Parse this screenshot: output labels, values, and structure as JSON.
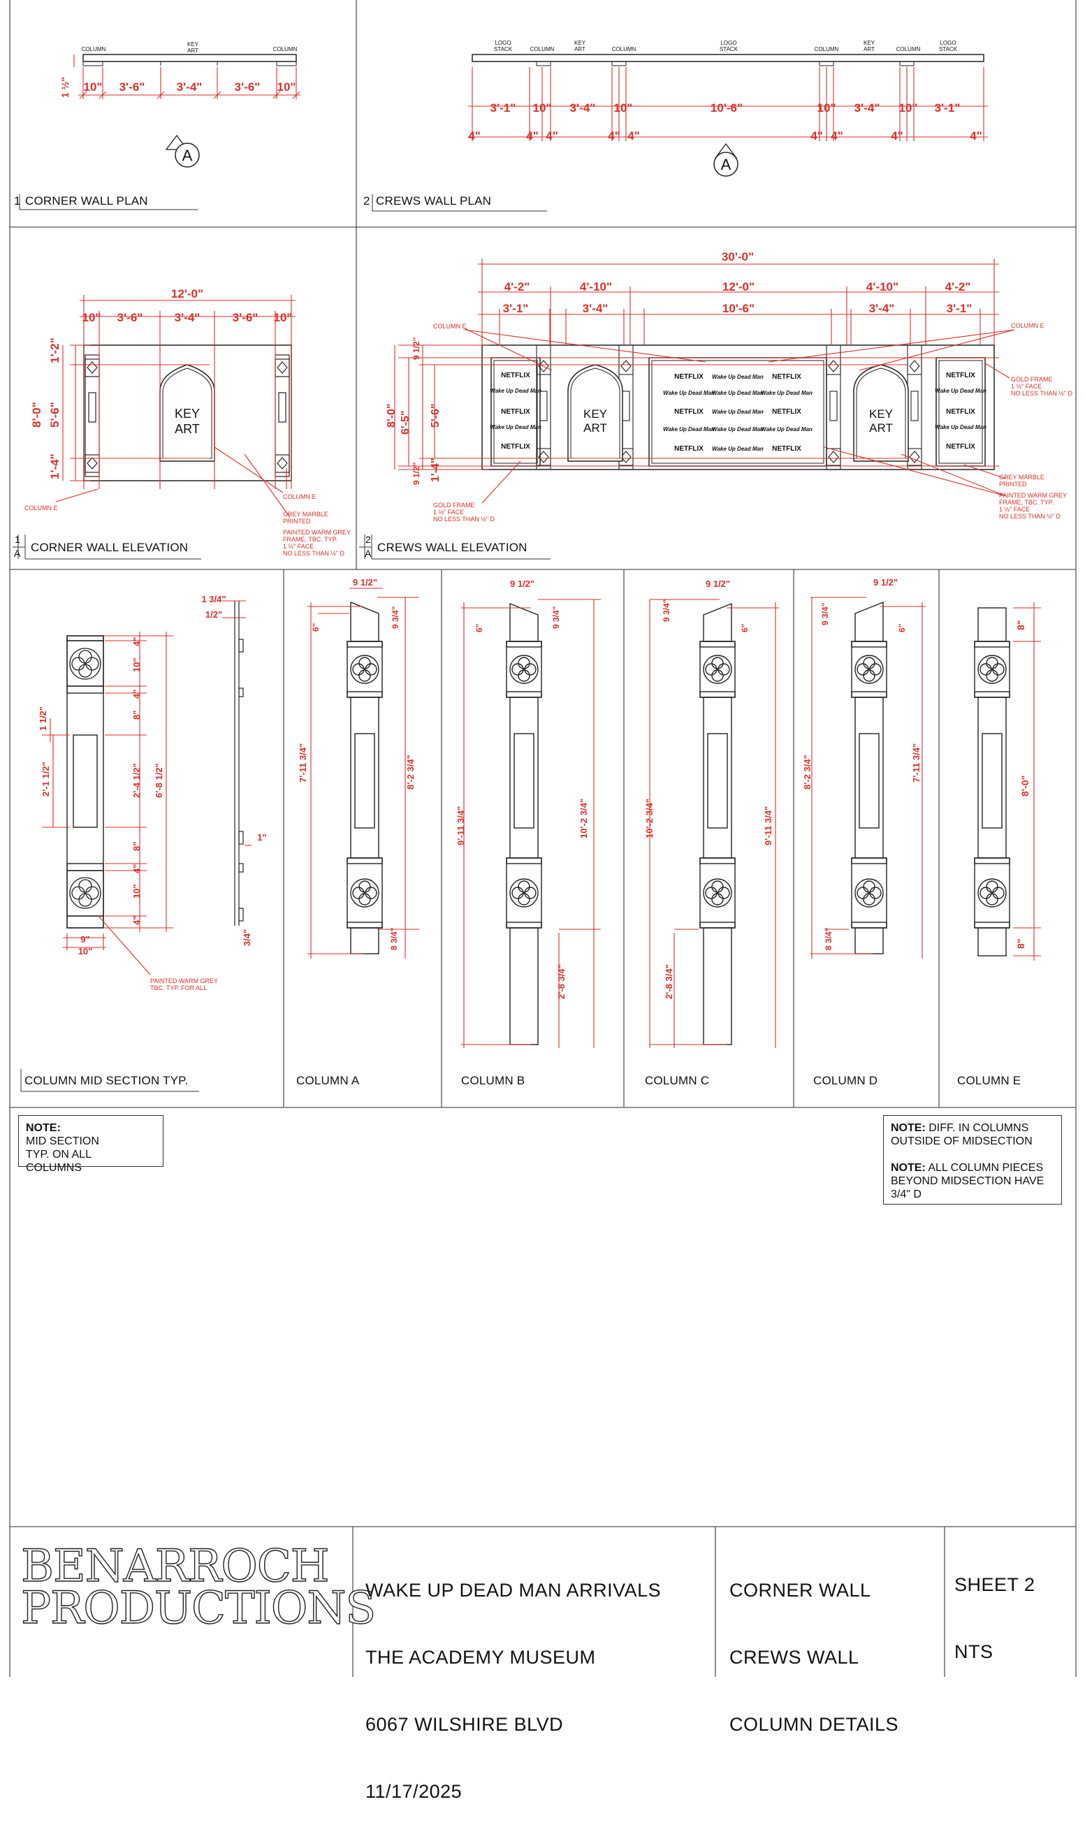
{
  "panels": {
    "p1": {
      "num": "1",
      "title": "CORNER WALL PLAN"
    },
    "p2": {
      "num": "2",
      "title": "CREWS WALL PLAN"
    },
    "p3": {
      "num": "1",
      "sub": "A",
      "title": "CORNER WALL ELEVATION"
    },
    "p4": {
      "num": "2",
      "sub": "A",
      "title": "CREWS WALL ELEVATION"
    },
    "p5": {
      "title": "COLUMN MID SECTION TYP."
    },
    "p6": {
      "title": "COLUMN A"
    },
    "p7": {
      "title": "COLUMN B"
    },
    "p8": {
      "title": "COLUMN C"
    },
    "p9": {
      "title": "COLUMN D"
    },
    "p10": {
      "title": "COLUMN E"
    }
  },
  "plan1": {
    "labels": {
      "column": "COLUMN",
      "key_art": "KEY ART"
    },
    "dims": [
      "10\"",
      "3'-6\"",
      "3'-4\"",
      "3'-6\"",
      "10\""
    ],
    "side_dim": "1 1/2\"",
    "section": "A"
  },
  "plan2": {
    "labels": {
      "logo_stack": "LOGO STACK",
      "column": "COLUMN",
      "key_art": "KEY ART"
    },
    "dims_row1": [
      "3'-1\"",
      "10\"",
      "3'-4\"",
      "10\"",
      "10'-6\"",
      "10\"",
      "3'-4\"",
      "10\"",
      "3'-1\""
    ],
    "dims_row2": [
      "4\"",
      "4\"",
      "4\"",
      "4\"",
      "4\"",
      "4\"",
      "4\"",
      "4\"",
      "4\""
    ],
    "section": "A"
  },
  "elev1": {
    "overall": "12'-0\"",
    "dims": [
      "10\"",
      "3'-6\"",
      "3'-4\"",
      "3'-6\"",
      "10\""
    ],
    "heights": [
      "8'-0\"",
      "1'-2\"",
      "5'-6\"",
      "1'-4\""
    ],
    "key_art": [
      "KEY",
      "ART"
    ],
    "notes": {
      "column_e_left": "COLUMN E",
      "column_e_right": "COLUMN E",
      "marble": "GREY MARBLE PRINTED",
      "frame": "PAINTED WARM GREY FRAME, TBC. TYP. 1 1/2\" FACE NO LESS THAN 1/2\" D"
    }
  },
  "elev2": {
    "overall": "30'-0\"",
    "dims_row1": [
      "4'-2\"",
      "4'-10\"",
      "12'-0\"",
      "4'-10\"",
      "4'-2\""
    ],
    "dims_row2": [
      "3'-1\"",
      "3'-4\"",
      "10'-6\"",
      "3'-4\"",
      "3'-1\""
    ],
    "heights": [
      "8'-0\"",
      "6'-5\"",
      "5'-6\"",
      "9 1/2\"",
      "1'-4\"",
      "9 1/2\""
    ],
    "key_art": [
      "KEY",
      "ART"
    ],
    "brand_a": "NETFLIX",
    "brand_b": "Wake Up Dead Man",
    "notes": {
      "column_e_left": "COLUMN E",
      "column_e_right": "COLUMN E",
      "gold_frame_right": "GOLD FRAME 1 1/2\" FACE NO LESS THAN 1/2\" D",
      "gold_frame_left": "GOLD FRAME 1 1/2\" FACE NO LESS THAN 1/2\" D",
      "marble": "GREY MARBLE PRINTED",
      "frame": "PAINTED WARM GREY FRAME, TBC. TYP. 1 1/2\" FACE NO LESS THAN 1/2\" D"
    }
  },
  "midsection": {
    "dims_right": [
      "4\"",
      "10\"",
      "4\"",
      "8\"",
      "2'-4 1/2\"",
      "8\"",
      "4\"",
      "10\"",
      "4\""
    ],
    "overall": "6'-8 1/2\"",
    "left_dims": [
      "1 1/2\"",
      "2'-1 1/2\""
    ],
    "bottom": [
      "9\"",
      "10\""
    ],
    "side_top": [
      "1 3/4\"",
      "1/2\""
    ],
    "side_mid": "1\"",
    "side_bot": "3/4\"",
    "note": "PAINTED WARM GREY TBC. TYP. FOR ALL"
  },
  "columns": {
    "a": {
      "top": "9 1/2\"",
      "dims": [
        "6\"",
        "9 3/4\"",
        "7'-11 3/4\"",
        "8'-2 3/4\"",
        "8 3/4\""
      ]
    },
    "b": {
      "top": "9 1/2\"",
      "dims": [
        "6\"",
        "9 3/4\"",
        "9'-11 3/4\"",
        "10'-2 3/4\"",
        "2'-8 3/4\""
      ]
    },
    "c": {
      "top": "9 1/2\"",
      "dims": [
        "9 3/4\"",
        "6\"",
        "10'-2 3/4\"",
        "9'-11 3/4\"",
        "2'-8 3/4\""
      ]
    },
    "d": {
      "top": "9 1/2\"",
      "dims": [
        "9 3/4\"",
        "6\"",
        "8'-2 3/4\"",
        "7'-11 3/4\"",
        "8 3/4\""
      ]
    },
    "e": {
      "dims": [
        "8\"",
        "8'-0\"",
        "8\""
      ]
    }
  },
  "notes": {
    "left": {
      "head": "NOTE:",
      "body": "MID SECTION TYP. ON ALL COLUMNS"
    },
    "right1": {
      "head": "NOTE:",
      "body": "DIFF. IN COLUMNS OUTSIDE OF MIDSECTION"
    },
    "right2": {
      "head": "NOTE:",
      "body": "ALL COLUMN PIECES BEYOND MIDSECTION HAVE 3/4\" D"
    }
  },
  "title_block": {
    "company_line1": "BENARROCH",
    "company_line2": "PRODUCTIONS",
    "project": [
      "WAKE UP DEAD MAN ARRIVALS",
      "THE ACADEMY MUSEUM",
      "6067 WILSHIRE BLVD",
      "11/17/2025"
    ],
    "contents": [
      "CORNER WALL",
      "CREWS WALL",
      "COLUMN DETAILS"
    ],
    "sheet": [
      "SHEET 2",
      "NTS"
    ]
  }
}
